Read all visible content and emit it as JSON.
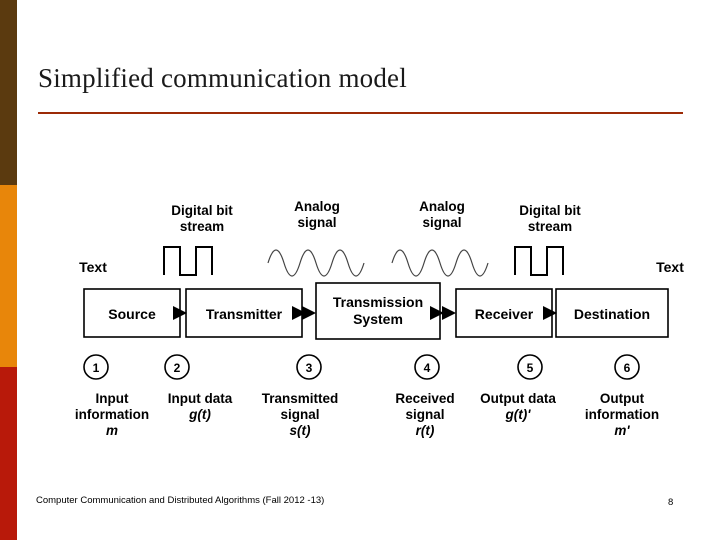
{
  "slide": {
    "title": "Simplified communication model",
    "footer_text": "Computer Communication and Distributed Algorithms (Fall 2012 -13)",
    "page_number": "8",
    "colors": {
      "rule": "#9c2a06",
      "bar_top": "#5b3a0f",
      "bar_middle": "#e8860a",
      "bar_bottom": "#b8190a"
    }
  },
  "diagram": {
    "top_labels": [
      {
        "id": "digital-bit-stream-left",
        "line1": "Digital bit",
        "line2": "stream"
      },
      {
        "id": "analog-signal-left",
        "line1": "Analog",
        "line2": "signal"
      },
      {
        "id": "analog-signal-right",
        "line1": "Analog",
        "line2": "signal"
      },
      {
        "id": "digital-bit-stream-right",
        "line1": "Digital bit",
        "line2": "stream"
      }
    ],
    "edge_labels": [
      {
        "id": "text-left",
        "label": "Text"
      },
      {
        "id": "text-right",
        "label": "Text"
      }
    ],
    "boxes": [
      {
        "id": "source",
        "line1": "Source",
        "line2": ""
      },
      {
        "id": "transmitter",
        "line1": "Transmitter",
        "line2": ""
      },
      {
        "id": "transmission-system",
        "line1": "Transmission",
        "line2": "System"
      },
      {
        "id": "receiver",
        "line1": "Receiver",
        "line2": ""
      },
      {
        "id": "destination",
        "line1": "Destination",
        "line2": ""
      }
    ],
    "steps": [
      {
        "number": "1",
        "line1": "Input",
        "line2": "information",
        "line3": "m"
      },
      {
        "number": "2",
        "line1": "Input data",
        "line2": "g(t)",
        "line3": ""
      },
      {
        "number": "3",
        "line1": "Transmitted",
        "line2": "signal",
        "line3": "s(t)"
      },
      {
        "number": "4",
        "line1": "Received",
        "line2": "signal",
        "line3": "r(t)"
      },
      {
        "number": "5",
        "line1": "Output data",
        "line2": "g(t)'",
        "line3": ""
      },
      {
        "number": "6",
        "line1": "Output",
        "line2": "information",
        "line3": "m'"
      }
    ]
  }
}
